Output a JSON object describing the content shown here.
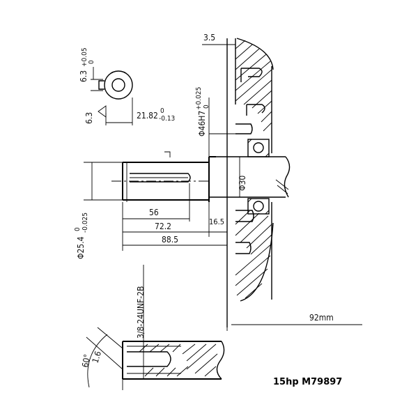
{
  "dimensions": {
    "housing_offset": "3.5",
    "key_width": "6.3",
    "key_width_upper": "+0.05",
    "key_width_lower": "0",
    "key_depth": "6.3",
    "key_seat": "21.82",
    "key_seat_upper": "0",
    "key_seat_lower": "-0.13",
    "bore": "Φ46H7",
    "bore_upper": "+0.025",
    "bore_lower": "0",
    "bearing_diameter": "Φ30",
    "shaft_diameter": "Φ25.4",
    "shaft_upper": "0",
    "shaft_lower": "-0.025",
    "keyway_length": "56",
    "shaft_length": "72.2",
    "shoulder": "16.5",
    "total_length": "88.5",
    "mounting_distance": "92mm",
    "thread": "3/8-24UNF-2B",
    "chamfer_angle": "60°",
    "chamfer": "1.6"
  },
  "caption": "15hp M79897"
}
